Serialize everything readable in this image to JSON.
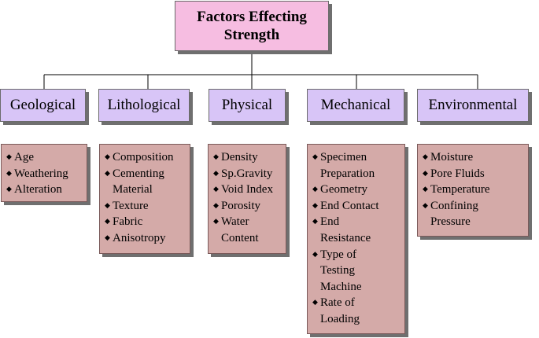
{
  "root": {
    "line1": "Factors Effecting",
    "line2": "Strength"
  },
  "categories": [
    {
      "label": "Geological",
      "items": [
        "Age",
        "Weathering",
        "Alteration"
      ]
    },
    {
      "label": "Lithological",
      "items": [
        "Composition",
        "Cementing Material",
        "Texture",
        "Fabric",
        "Anisotropy"
      ]
    },
    {
      "label": "Physical",
      "items": [
        "Density",
        "Sp.Gravity",
        "Void Index",
        "Porosity",
        "Water Content"
      ]
    },
    {
      "label": "Mechanical",
      "items": [
        "Specimen Preparation",
        "Geometry",
        "End Contact",
        "End Resistance",
        "Type of Testing Machine",
        "Rate of Loading"
      ]
    },
    {
      "label": "Environmental",
      "items": [
        "Moisture",
        "Pore Fluids",
        "Temperature",
        "Confining Pressure"
      ]
    }
  ],
  "colors": {
    "root_fill": "#f6bde1",
    "category_fill": "#d8c5f7",
    "list_fill": "#d4aaa8"
  }
}
